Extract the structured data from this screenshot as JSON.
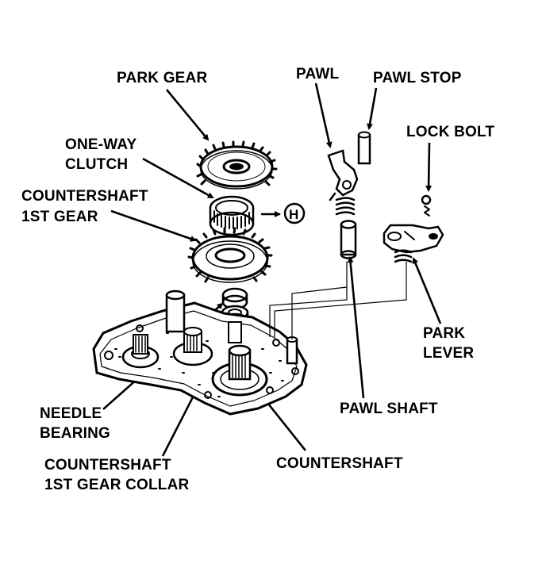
{
  "diagram": {
    "labels": {
      "park_gear": "PARK GEAR",
      "pawl": "PAWL",
      "pawl_stop": "PAWL STOP",
      "lock_bolt": "LOCK BOLT",
      "one_way_clutch_line1": "ONE-WAY",
      "one_way_clutch_line2": "CLUTCH",
      "countershaft_1st_gear_line1": "COUNTERSHAFT",
      "countershaft_1st_gear_line2": "1ST GEAR",
      "park_lever_line1": "PARK",
      "park_lever_line2": "LEVER",
      "needle_bearing_line1": "NEEDLE",
      "needle_bearing_line2": "BEARING",
      "pawl_shaft": "PAWL SHAFT",
      "countershaft_1st_gear_collar_line1": "COUNTERSHAFT",
      "countershaft_1st_gear_collar_line2": "1ST GEAR COLLAR",
      "countershaft": "COUNTERSHAFT"
    },
    "orientation_symbol": "H"
  }
}
